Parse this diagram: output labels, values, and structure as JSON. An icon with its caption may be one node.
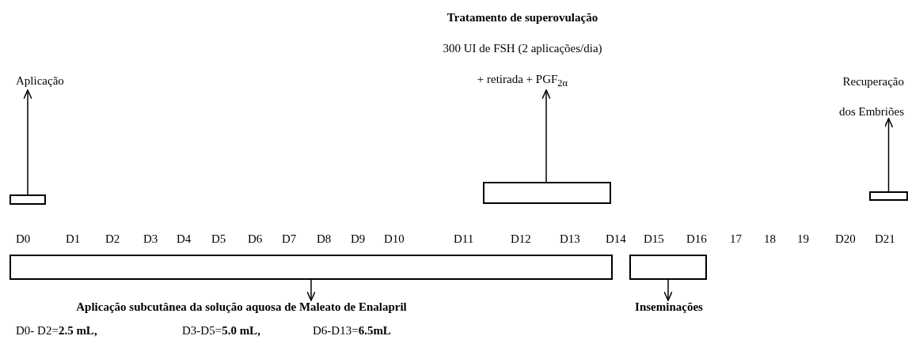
{
  "diagram": {
    "nodes": [
      {
        "text": [
          "Aplicação"
        ]
      },
      {
        "text": [],
        "shape": "box"
      },
      {
        "text": [
          "Tratamento de superovulação",
          "300 UI de FSH (2 aplicações/dia)",
          "+ retirada + PGF$_{2α}$"
        ]
      },
      {
        "text": [],
        "shape": "box"
      },
      {
        "text": [
          "Recuperação dos Embriões"
        ]
      },
      {
        "text": [],
        "shape": "box"
      },
      {
        "text": [],
        "shape": "box"
      },
      {
        "text": [
          "Aplicação subcutânea da solução aquosa de Maleato de Enalapril"
        ]
      },
      {
        "text": [],
        "shape": "box"
      },
      {
        "text": [
          "Inseminações"
        ]
      }
    ],
    "edges": [
      {
        "from": 1,
        "to": 0,
        "arrow": "to"
      },
      {
        "from": 3,
        "to": 2,
        "arrow": "to"
      },
      {
        "from": 5,
        "to": 4,
        "arrow": "to"
      },
      {
        "from": 6,
        "to": 7,
        "arrow": "to"
      },
      {
        "from": 8,
        "to": 9,
        "arrow": "to"
      }
    ],
    "labels": [
      "D0",
      "D1",
      "D2",
      "D3",
      "D4",
      "D5",
      "D6",
      "D7",
      "D8",
      "D9",
      "D10",
      "D11",
      "D12",
      "D13",
      "D14",
      "D15",
      "D16",
      "17",
      "18",
      "19",
      "D20",
      "D21",
      "D0- D2=**2.5 mL,**",
      "D3-D5=**5.0 mL,**",
      "D6-D13=**6.5mL**"
    ]
  }
}
